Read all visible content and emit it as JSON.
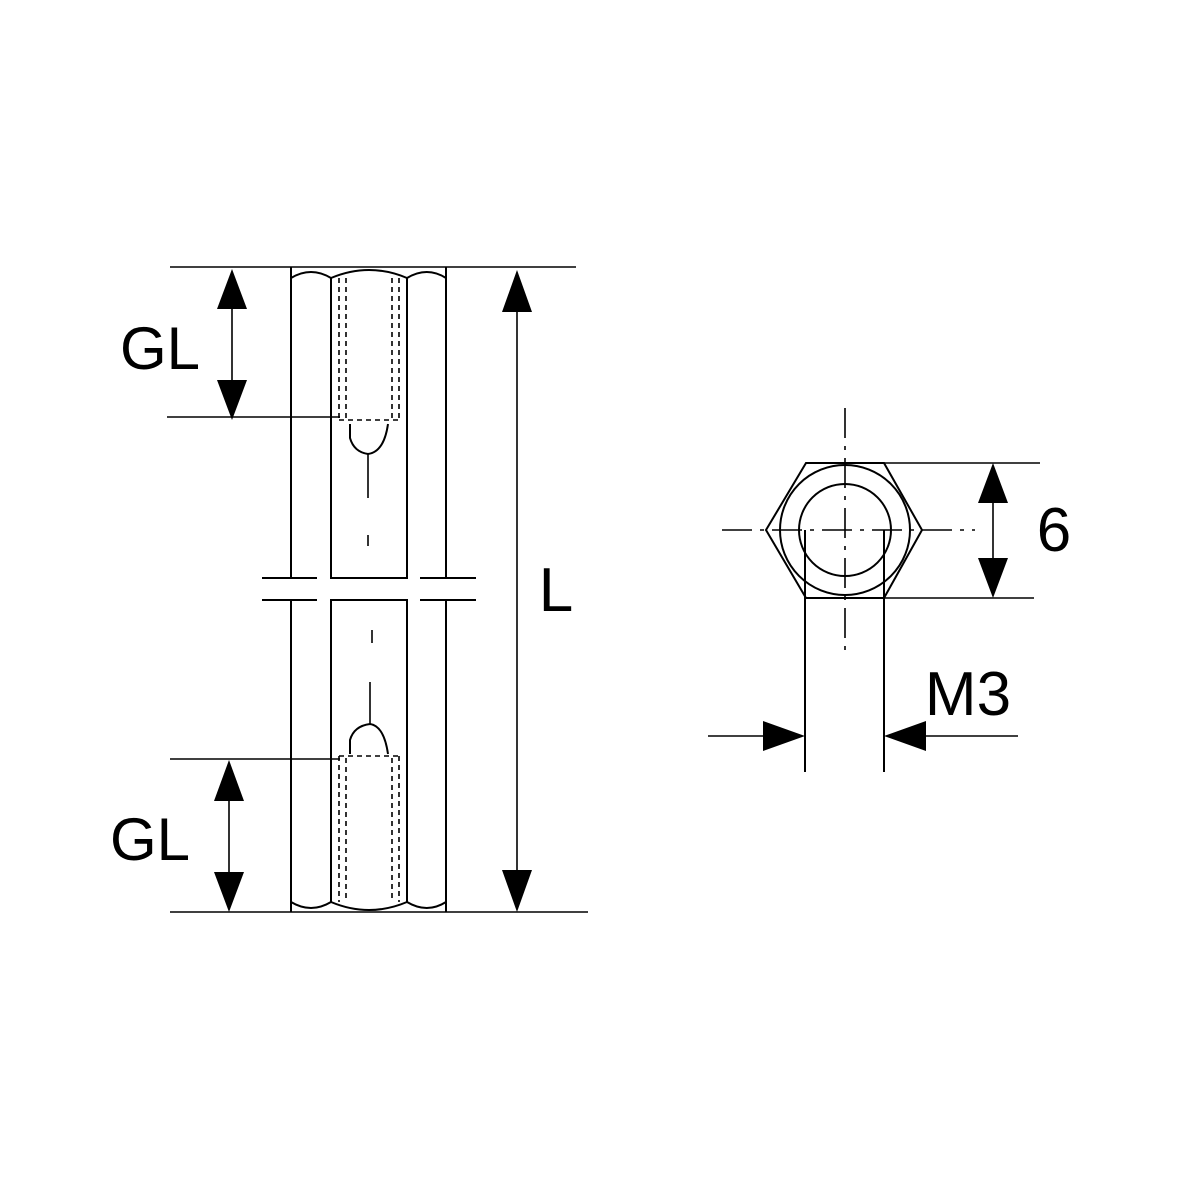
{
  "drawing": {
    "side_view": {
      "thread_length_top_label": "GL",
      "thread_length_bottom_label": "GL",
      "overall_length_label": "L"
    },
    "end_view": {
      "across_flats_label": "6",
      "thread_size_label": "M3"
    }
  }
}
